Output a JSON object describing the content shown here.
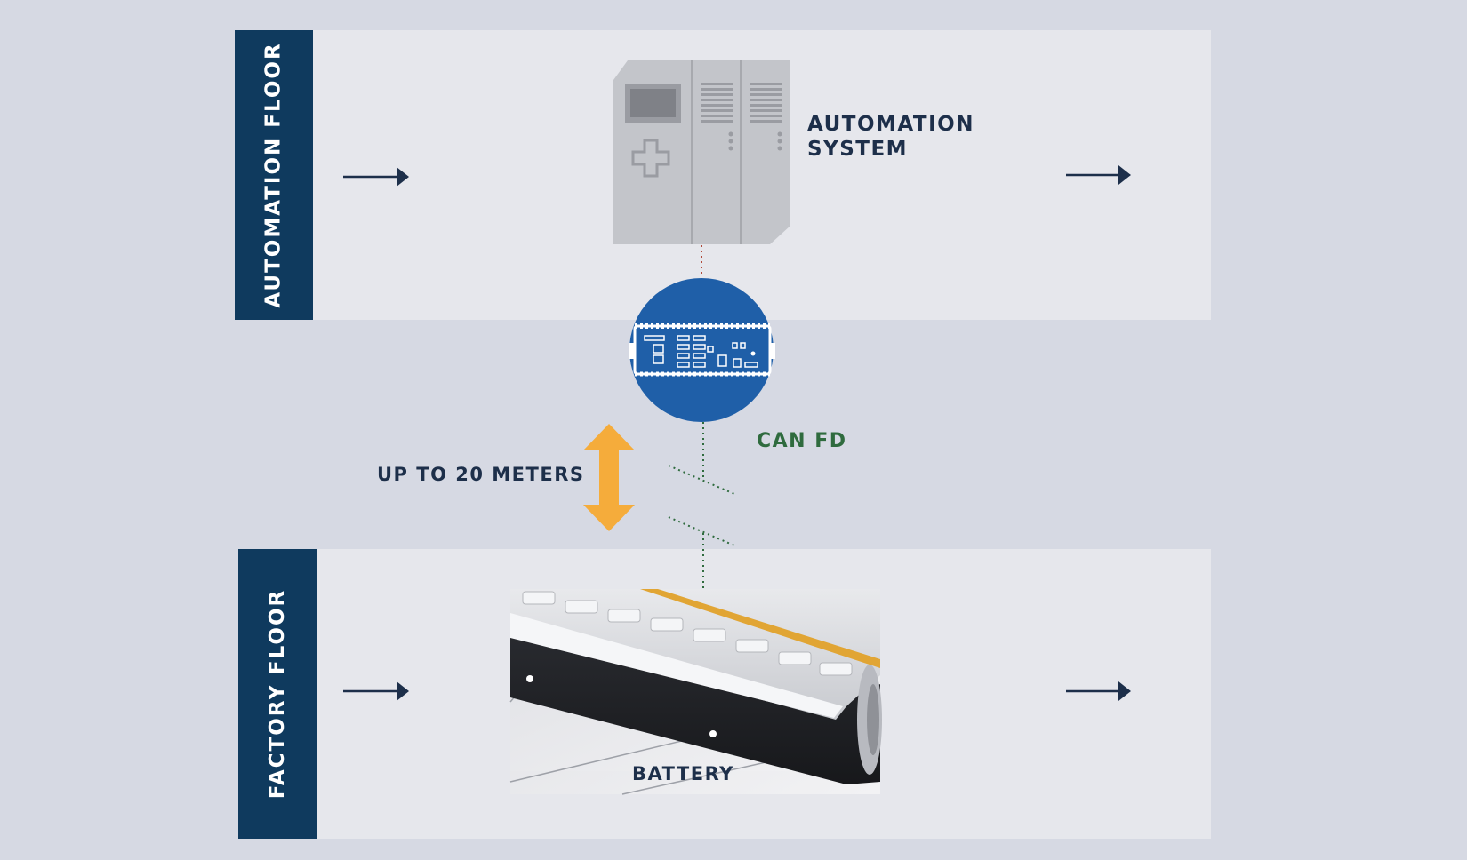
{
  "automation_floor": {
    "tab_label": "AUTOMATION FLOOR",
    "system_label_line1": "AUTOMATION",
    "system_label_line2": "SYSTEM"
  },
  "factory_floor": {
    "tab_label": "FACTORY FLOOR",
    "battery_label": "BATTERY"
  },
  "link": {
    "protocol_label": "CAN FD",
    "distance_label": "UP TO 20 METERS"
  },
  "colors": {
    "navy": "#0f3a5e",
    "gateway_blue": "#1f5fa8",
    "distance_arrow": "#f5ac3b",
    "protocol_green": "#2f6b3e",
    "flow_arrow": "#1d2f4a"
  },
  "icons": [
    "flow-arrow-icon",
    "gateway-device-icon",
    "double-arrow-icon",
    "automation-system-icon",
    "battery-module-icon"
  ]
}
